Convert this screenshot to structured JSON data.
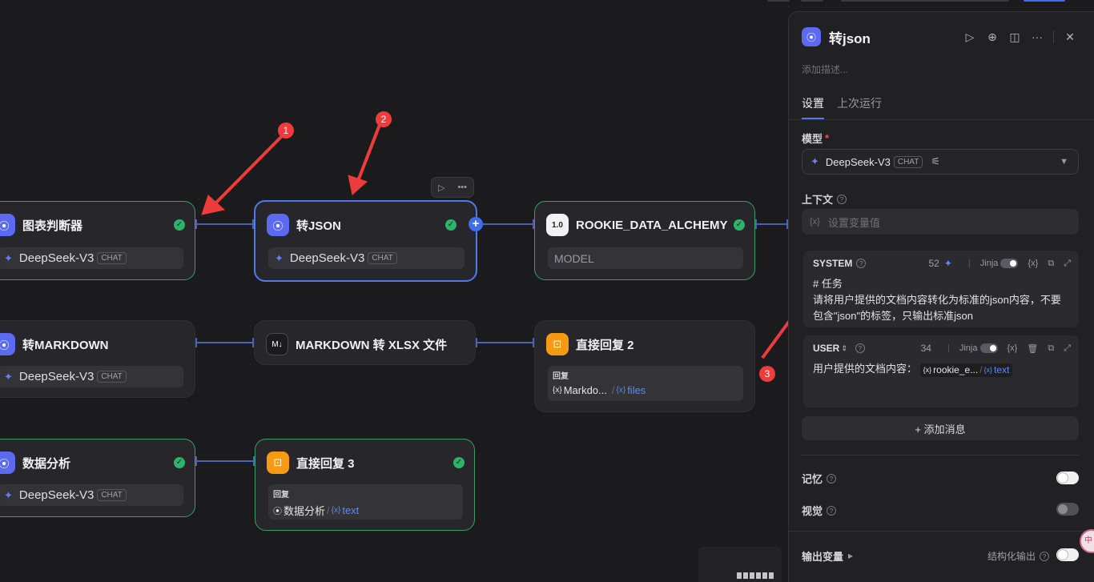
{
  "nodes": {
    "chart_judge": {
      "title": "图表判断器",
      "model": "DeepSeek-V3",
      "tag": "CHAT"
    },
    "to_json": {
      "title": "转JSON",
      "model": "DeepSeek-V3",
      "tag": "CHAT"
    },
    "rookie": {
      "title": "ROOKIE_DATA_ALCHEMY",
      "field": "MODEL",
      "icon_text": "1.0"
    },
    "to_markdown": {
      "title": "转MARKDOWN",
      "model": "DeepSeek-V3",
      "tag": "CHAT"
    },
    "md_to_xlsx": {
      "title": "MARKDOWN 转 XLSX 文件",
      "icon_text": "M↓"
    },
    "reply2": {
      "title": "直接回复 2",
      "label": "回复",
      "var_node": "Markdo...",
      "var_sep": "/",
      "var_name": "files"
    },
    "data_analysis": {
      "title": "数据分析",
      "model": "DeepSeek-V3",
      "tag": "CHAT"
    },
    "reply3": {
      "title": "直接回复 3",
      "label": "回复",
      "var_node": "数据分析",
      "var_sep": "/",
      "var_name": "text"
    }
  },
  "annotations": [
    "1",
    "2",
    "3"
  ],
  "panel": {
    "title": "转json",
    "description_placeholder": "添加描述...",
    "tabs": [
      "设置",
      "上次运行"
    ],
    "model_label": "模型",
    "required_mark": "*",
    "model_name": "DeepSeek-V3",
    "model_tag": "CHAT",
    "context_label": "上下文",
    "context_placeholder": "设置变量值",
    "system": {
      "role": "SYSTEM",
      "count": "52",
      "jinja": "Jinja",
      "line1": "# 任务",
      "line2": "请将用户提供的文档内容转化为标准的json内容，不要包含\"json\"的标签，只输出标准json"
    },
    "user": {
      "role": "USER",
      "count": "34",
      "jinja": "Jinja",
      "text": "用户提供的文档内容：",
      "chip_node": "rookie_e...",
      "chip_sep": "/",
      "chip_var": "text"
    },
    "add_message": "+ 添加消息",
    "memory_label": "记忆",
    "vision_label": "视觉",
    "output_label": "输出变量",
    "structured_label": "结构化输出"
  },
  "ime": "中",
  "colors": {
    "accent": "#4f7ae8",
    "success": "#2eb36b",
    "annotation": "#ee3b3b",
    "node_icon": "#5b6af0",
    "reply_icon": "#f59a12"
  }
}
